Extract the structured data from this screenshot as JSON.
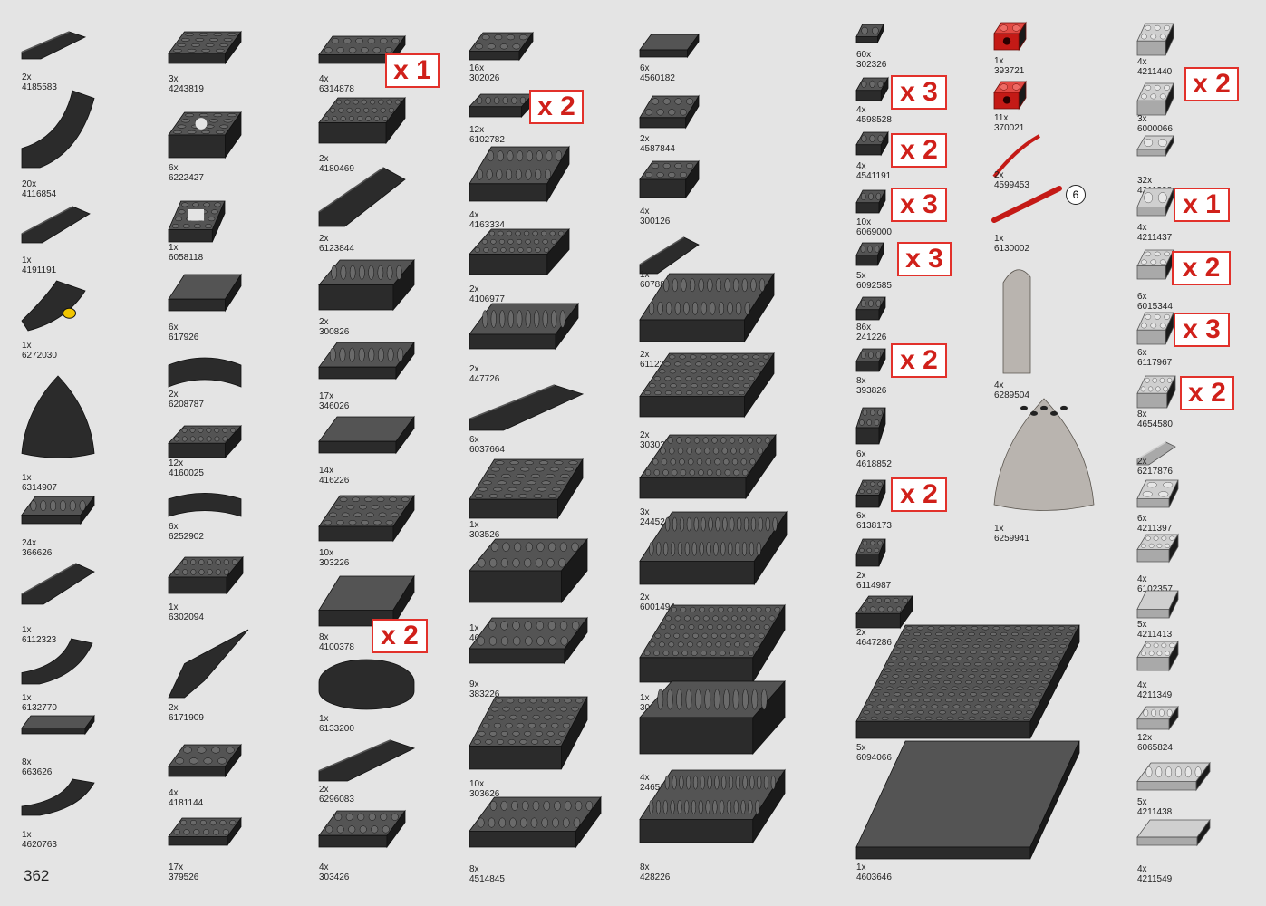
{
  "page_number": "362",
  "callout_number": "6",
  "colors": {
    "dark_part": "#2b2b2b",
    "red_part": "#c41a16",
    "light_part": "#a9a9a9",
    "trans_part": "#9c948c",
    "badge_border": "#e2312b",
    "badge_text": "#d0201a"
  },
  "parts": [
    {
      "qty": "2x",
      "code": "4185583",
      "shape": "wedge-slope",
      "color": "dark"
    },
    {
      "qty": "20x",
      "code": "4116854",
      "shape": "arch-curve",
      "color": "dark"
    },
    {
      "qty": "1x",
      "code": "4191191",
      "shape": "curved-wedge",
      "color": "dark"
    },
    {
      "qty": "1x",
      "code": "6272030",
      "shape": "bat-figure",
      "color": "dark"
    },
    {
      "qty": "1x",
      "code": "6314907",
      "shape": "cone-shell",
      "color": "dark"
    },
    {
      "qty": "24x",
      "code": "366626",
      "shape": "plate-1x6",
      "color": "dark"
    },
    {
      "qty": "1x",
      "code": "6112323",
      "shape": "slope-curve",
      "color": "dark"
    },
    {
      "qty": "1x",
      "code": "6132770",
      "shape": "arch-round",
      "color": "dark"
    },
    {
      "qty": "8x",
      "code": "663626",
      "shape": "tile-1x6",
      "color": "dark"
    },
    {
      "qty": "1x",
      "code": "4620763",
      "shape": "arch-low",
      "color": "dark"
    },
    {
      "qty": "3x",
      "code": "4243819",
      "shape": "plate-4x4",
      "color": "dark"
    },
    {
      "qty": "6x",
      "code": "6222427",
      "shape": "brick-hole",
      "color": "dark"
    },
    {
      "qty": "1x",
      "code": "6058118",
      "shape": "plate-frame",
      "color": "dark"
    },
    {
      "qty": "6x",
      "code": "617926",
      "shape": "tile-4x4",
      "color": "dark"
    },
    {
      "qty": "2x",
      "code": "6208787",
      "shape": "plate-round-corner",
      "color": "dark"
    },
    {
      "qty": "12x",
      "code": "4160025",
      "shape": "wedge-plate",
      "color": "dark"
    },
    {
      "qty": "6x",
      "code": "6252902",
      "shape": "arc-tile",
      "color": "dark"
    },
    {
      "qty": "1x",
      "code": "6302094",
      "shape": "hinge-pair",
      "color": "dark"
    },
    {
      "qty": "2x",
      "code": "6171909",
      "shape": "fin-blade",
      "color": "dark"
    },
    {
      "qty": "4x",
      "code": "4181144",
      "shape": "plate-2x4",
      "color": "dark"
    },
    {
      "qty": "17x",
      "code": "379526",
      "shape": "plate-2x6",
      "color": "dark"
    },
    {
      "qty": "4x",
      "code": "6314878",
      "shape": "plate-2x6",
      "color": "dark"
    },
    {
      "qty": "2x",
      "code": "4180469",
      "shape": "wing-plate",
      "color": "dark"
    },
    {
      "qty": "2x",
      "code": "6123844",
      "shape": "wedge-curved",
      "color": "dark"
    },
    {
      "qty": "2x",
      "code": "300826",
      "shape": "brick-1x8",
      "color": "dark"
    },
    {
      "qty": "17x",
      "code": "346026",
      "shape": "plate-1x8",
      "color": "dark"
    },
    {
      "qty": "14x",
      "code": "416226",
      "shape": "tile-1x8",
      "color": "dark"
    },
    {
      "qty": "10x",
      "code": "303226",
      "shape": "plate-4x6",
      "color": "dark"
    },
    {
      "qty": "8x",
      "code": "4100378",
      "shape": "tile-4x6",
      "color": "dark"
    },
    {
      "qty": "1x",
      "code": "6133200",
      "shape": "half-round-plate",
      "color": "dark"
    },
    {
      "qty": "2x",
      "code": "6296083",
      "shape": "curved-slope-long",
      "color": "dark"
    },
    {
      "qty": "4x",
      "code": "303426",
      "shape": "plate-2x6",
      "color": "dark"
    },
    {
      "qty": "16x",
      "code": "302026",
      "shape": "plate-2x4",
      "color": "dark"
    },
    {
      "qty": "12x",
      "code": "6102782",
      "shape": "plate-hinge",
      "color": "dark"
    },
    {
      "qty": "4x",
      "code": "4163334",
      "shape": "slope-2x8",
      "color": "dark"
    },
    {
      "qty": "2x",
      "code": "4106977",
      "shape": "wedge-plate-large",
      "color": "dark"
    },
    {
      "qty": "2x",
      "code": "447726",
      "shape": "plate-1x10",
      "color": "dark"
    },
    {
      "qty": "6x",
      "code": "6037664",
      "shape": "curved-slope-thin",
      "color": "dark"
    },
    {
      "qty": "1x",
      "code": "303526",
      "shape": "plate-6x6",
      "color": "dark"
    },
    {
      "qty": "1x",
      "code": "4617860",
      "shape": "brick-2x8",
      "color": "dark"
    },
    {
      "qty": "9x",
      "code": "383226",
      "shape": "plate-2x8",
      "color": "dark"
    },
    {
      "qty": "10x",
      "code": "303626",
      "shape": "plate-6x8",
      "color": "dark"
    },
    {
      "qty": "8x",
      "code": "4514845",
      "shape": "plate-2x10",
      "color": "dark"
    },
    {
      "qty": "6x",
      "code": "4560182",
      "shape": "tile-2x4",
      "color": "dark"
    },
    {
      "qty": "2x",
      "code": "4587844",
      "shape": "slope-2x4",
      "color": "dark"
    },
    {
      "qty": "4x",
      "code": "300126",
      "shape": "brick-2x4",
      "color": "dark"
    },
    {
      "qty": "1x",
      "code": "6078889",
      "shape": "slope-brick",
      "color": "dark"
    },
    {
      "qty": "2x",
      "code": "611226",
      "shape": "plate-2x12",
      "color": "dark"
    },
    {
      "qty": "2x",
      "code": "303026",
      "shape": "plate-6x10",
      "color": "dark"
    },
    {
      "qty": "3x",
      "code": "244526",
      "shape": "plate-4x12",
      "color": "dark"
    },
    {
      "qty": "2x",
      "code": "6001494",
      "shape": "plate-2x16",
      "color": "dark"
    },
    {
      "qty": "1x",
      "code": "302826",
      "shape": "plate-6x12",
      "color": "dark"
    },
    {
      "qty": "4x",
      "code": "246526",
      "shape": "brick-1x12",
      "color": "dark"
    },
    {
      "qty": "8x",
      "code": "428226",
      "shape": "plate-2x16",
      "color": "dark"
    },
    {
      "qty": "60x",
      "code": "302326",
      "shape": "plate-1x2",
      "color": "dark"
    },
    {
      "qty": "4x",
      "code": "4598528",
      "shape": "plate-clip",
      "color": "dark"
    },
    {
      "qty": "4x",
      "code": "4541191",
      "shape": "tile-grille",
      "color": "dark"
    },
    {
      "qty": "10x",
      "code": "6069000",
      "shape": "bracket",
      "color": "dark"
    },
    {
      "qty": "5x",
      "code": "6092585",
      "shape": "plate-jumper",
      "color": "dark"
    },
    {
      "qty": "86x",
      "code": "241226",
      "shape": "tile-grille-long",
      "color": "dark"
    },
    {
      "qty": "8x",
      "code": "393826",
      "shape": "plate-clip-horizontal",
      "color": "dark"
    },
    {
      "qty": "6x",
      "code": "4618852",
      "shape": "brick-1x2x2",
      "color": "dark"
    },
    {
      "qty": "6x",
      "code": "6138173",
      "shape": "brick-studs-side",
      "color": "dark"
    },
    {
      "qty": "2x",
      "code": "6114987",
      "shape": "plate-ring",
      "color": "dark"
    },
    {
      "qty": "2x",
      "code": "4647286",
      "shape": "curved-tile",
      "color": "dark"
    },
    {
      "qty": "5x",
      "code": "6094066",
      "shape": "baseplate-16x16",
      "color": "dark"
    },
    {
      "qty": "1x",
      "code": "4603646",
      "shape": "tile-large",
      "color": "dark"
    },
    {
      "qty": "1x",
      "code": "393721",
      "shape": "technic-brick",
      "color": "red"
    },
    {
      "qty": "11x",
      "code": "370021",
      "shape": "technic-brick-hole",
      "color": "red"
    },
    {
      "qty": "2x",
      "code": "4599453",
      "shape": "flex-axle",
      "color": "red"
    },
    {
      "qty": "1x",
      "code": "6130002",
      "shape": "axle-6",
      "color": "red"
    },
    {
      "qty": "4x",
      "code": "6289504",
      "shape": "windscreen-arch",
      "color": "trans"
    },
    {
      "qty": "1x",
      "code": "6259941",
      "shape": "cone-large",
      "color": "trans"
    },
    {
      "qty": "4x",
      "code": "4211440",
      "shape": "brick-1x2-side",
      "color": "light"
    },
    {
      "qty": "3x",
      "code": "6000066",
      "shape": "brick-modified",
      "color": "light"
    },
    {
      "qty": "32x",
      "code": "4211398",
      "shape": "plate-1x2",
      "color": "light"
    },
    {
      "qty": "4x",
      "code": "4211437",
      "shape": "slope-1x2",
      "color": "light"
    },
    {
      "qty": "6x",
      "code": "6015344",
      "shape": "brick-side-studs",
      "color": "light"
    },
    {
      "qty": "6x",
      "code": "6117967",
      "shape": "brick-2x2-side",
      "color": "light"
    },
    {
      "qty": "8x",
      "code": "4654580",
      "shape": "brick-2x2-side",
      "color": "light"
    },
    {
      "qty": "2x",
      "code": "6217876",
      "shape": "wedge-small",
      "color": "light"
    },
    {
      "qty": "6x",
      "code": "4211397",
      "shape": "plate-2x2",
      "color": "light"
    },
    {
      "qty": "4x",
      "code": "6102357",
      "shape": "curved-tile-2x2",
      "color": "light"
    },
    {
      "qty": "5x",
      "code": "4211413",
      "shape": "tile-2x2",
      "color": "light"
    },
    {
      "qty": "4x",
      "code": "4211349",
      "shape": "brick-corner",
      "color": "light"
    },
    {
      "qty": "12x",
      "code": "6065824",
      "shape": "tile-corner",
      "color": "light"
    },
    {
      "qty": "5x",
      "code": "4211438",
      "shape": "plate-1x6",
      "color": "light"
    },
    {
      "qty": "4x",
      "code": "4211549",
      "shape": "tile-1x6",
      "color": "light"
    }
  ],
  "badges": [
    {
      "text": "x 1"
    },
    {
      "text": "x 2"
    },
    {
      "text": "x 2"
    },
    {
      "text": "x 3"
    },
    {
      "text": "x 2"
    },
    {
      "text": "x 3"
    },
    {
      "text": "x 3"
    },
    {
      "text": "x 2"
    },
    {
      "text": "x 2"
    },
    {
      "text": "x 2"
    },
    {
      "text": "x 1"
    },
    {
      "text": "x 2"
    },
    {
      "text": "x 3"
    },
    {
      "text": "x 2"
    }
  ]
}
